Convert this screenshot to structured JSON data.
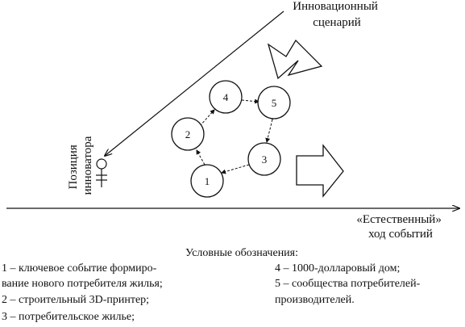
{
  "diagram": {
    "innovation_scenario_label": [
      "Инновационный",
      "сценарий"
    ],
    "innovator_position_label": [
      "Позиция",
      "инноватора"
    ],
    "natural_course_label": [
      "«Естественный»",
      "ход событий"
    ],
    "nodes": [
      "1",
      "2",
      "3",
      "4",
      "5"
    ]
  },
  "legend": {
    "title": "Условные обозначения:",
    "left_lines": [
      "1 – ключевое событие формиро-",
      "вание нового потребителя жилья;",
      "2 – строительный 3D-принтер;",
      "3 – потребительское жилье;"
    ],
    "right_lines": [
      "4 – 1000-долларовый дом;",
      "5 – сообщества потребителей-",
      "производителей."
    ]
  }
}
